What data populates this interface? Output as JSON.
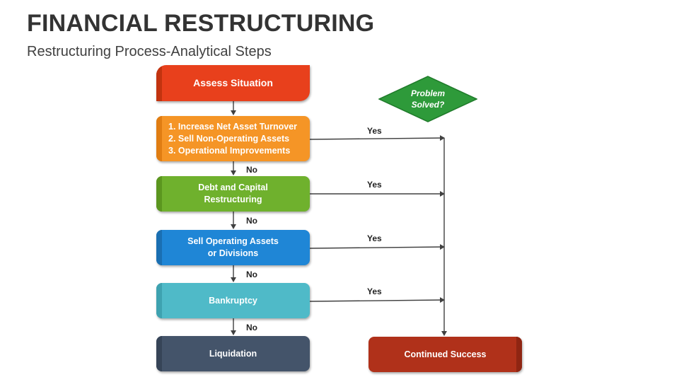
{
  "header": {
    "title": "FINANCIAL RESTRUCTURING",
    "subtitle": "Restructuring Process-Analytical Steps"
  },
  "flow": {
    "assess": "Assess Situation",
    "steps": [
      "1. Increase Net Asset Turnover",
      "2. Sell Non-Operating Assets",
      "3. Operational Improvements"
    ],
    "debt": {
      "line1": "Debt and Capital",
      "line2": "Restructuring"
    },
    "sell": {
      "line1": "Sell Operating Assets",
      "line2": "or Divisions"
    },
    "bankruptcy": "Bankruptcy",
    "liquidation": "Liquidation",
    "decision": {
      "line1": "Problem",
      "line2": "Solved?"
    },
    "success": "Continued Success",
    "yes_label": "Yes",
    "no_label": "No"
  },
  "colors": {
    "assess": "#e8401c",
    "steps": "#f59526",
    "debt": "#6fb12d",
    "sell": "#1f86d6",
    "bankruptcy": "#4fbac8",
    "liquidation": "#44546a",
    "decision": "#2e9a3a",
    "success": "#b0311a",
    "connector": "#404040"
  }
}
